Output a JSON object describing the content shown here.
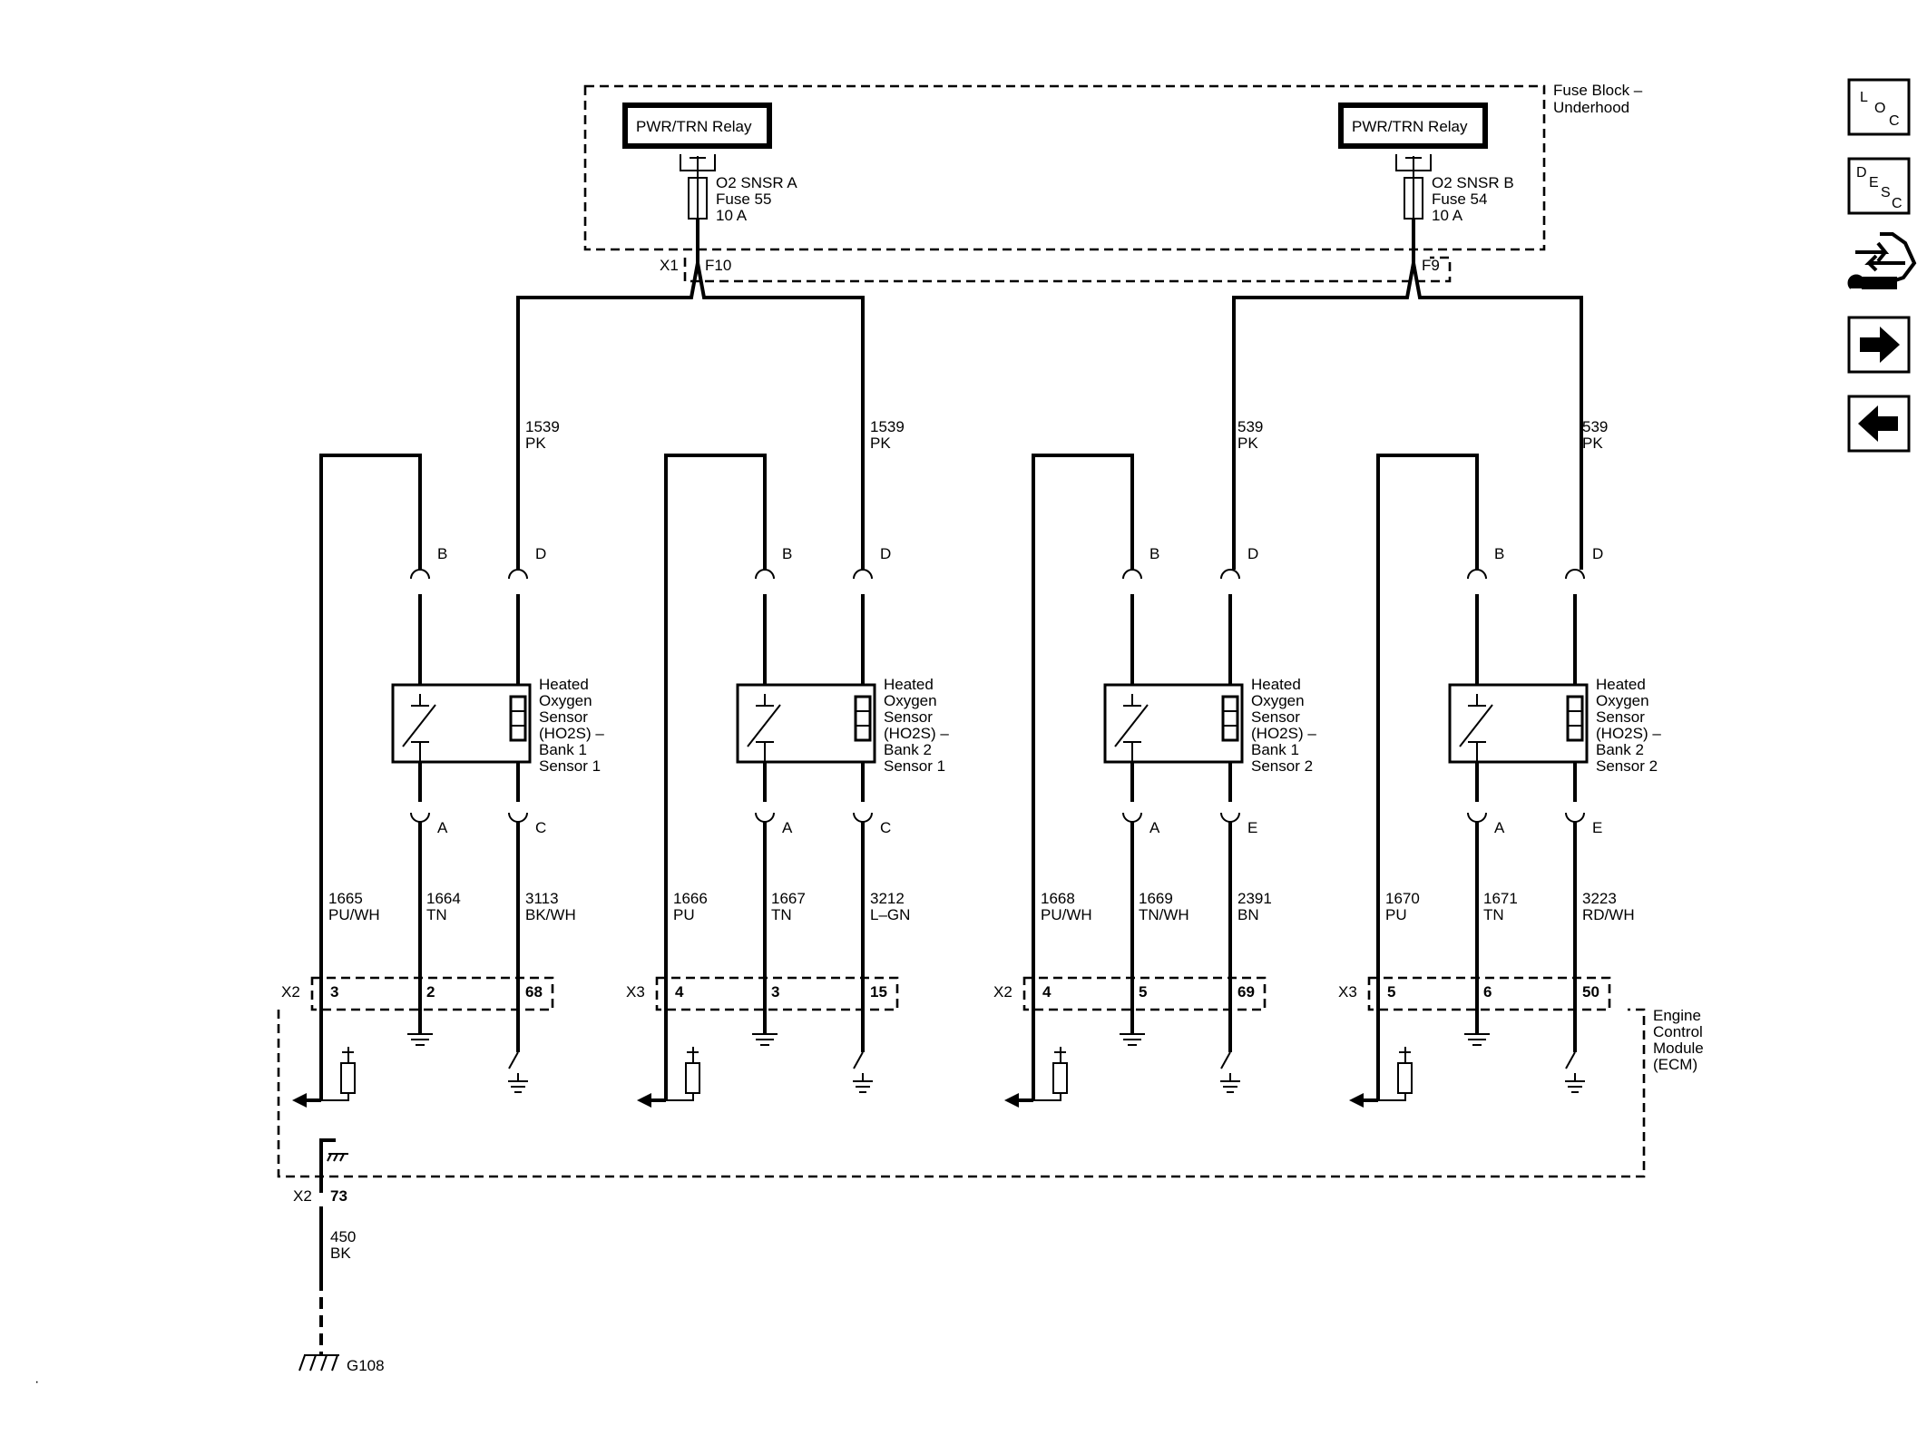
{
  "fuse_block": {
    "label_line1": "Fuse Block –",
    "label_line2": "Underhood",
    "relays": [
      {
        "label": "PWR/TRN Relay"
      },
      {
        "label": "PWR/TRN Relay"
      }
    ],
    "fuses": [
      {
        "line1": "O2 SNSR A",
        "line2": "Fuse 55",
        "line3": "10 A",
        "connector": "X1",
        "terminal": "F10"
      },
      {
        "line1": "O2 SNSR B",
        "line2": "Fuse 54",
        "line3": "10 A",
        "terminal": "F9"
      }
    ]
  },
  "sensors": [
    {
      "name_lines": [
        "Heated",
        "Oxygen",
        "Sensor",
        "(HO2S)  –",
        "Bank 1",
        "Sensor 1"
      ],
      "pins": {
        "top_left": "B",
        "top_right": "D",
        "bottom_left": "A",
        "bottom_right": "C"
      },
      "supply": {
        "circuit": "1539",
        "color": "PK"
      },
      "wires": [
        {
          "circuit": "1665",
          "color": "PU/WH"
        },
        {
          "circuit": "1664",
          "color": "TN"
        },
        {
          "circuit": "3113",
          "color": "BK/WH"
        }
      ],
      "ecm": {
        "connector": "X2",
        "pins": [
          "3",
          "2",
          "68"
        ]
      }
    },
    {
      "name_lines": [
        "Heated",
        "Oxygen",
        "Sensor",
        "(HO2S)  –",
        "Bank 2",
        "Sensor 1"
      ],
      "pins": {
        "top_left": "B",
        "top_right": "D",
        "bottom_left": "A",
        "bottom_right": "C"
      },
      "supply": {
        "circuit": "1539",
        "color": "PK"
      },
      "wires": [
        {
          "circuit": "1666",
          "color": "PU"
        },
        {
          "circuit": "1667",
          "color": "TN"
        },
        {
          "circuit": "3212",
          "color": "L–GN"
        }
      ],
      "ecm": {
        "connector": "X3",
        "pins": [
          "4",
          "3",
          "15"
        ]
      }
    },
    {
      "name_lines": [
        "Heated",
        "Oxygen",
        "Sensor",
        "(HO2S)  –",
        "Bank 1",
        "Sensor 2"
      ],
      "pins": {
        "top_left": "B",
        "top_right": "D",
        "bottom_left": "A",
        "bottom_right": "E"
      },
      "supply": {
        "circuit": "539",
        "color": "PK"
      },
      "wires": [
        {
          "circuit": "1668",
          "color": "PU/WH"
        },
        {
          "circuit": "1669",
          "color": "TN/WH"
        },
        {
          "circuit": "2391",
          "color": "BN"
        }
      ],
      "ecm": {
        "connector": "X2",
        "pins": [
          "4",
          "5",
          "69"
        ]
      }
    },
    {
      "name_lines": [
        "Heated",
        "Oxygen",
        "Sensor",
        "(HO2S)  –",
        "Bank 2",
        "Sensor 2"
      ],
      "pins": {
        "top_left": "B",
        "top_right": "D",
        "bottom_left": "A",
        "bottom_right": "E"
      },
      "supply": {
        "circuit": "539",
        "color": "PK"
      },
      "wires": [
        {
          "circuit": "1670",
          "color": "PU"
        },
        {
          "circuit": "1671",
          "color": "TN"
        },
        {
          "circuit": "3223",
          "color": "RD/WH"
        }
      ],
      "ecm": {
        "connector": "X3",
        "pins": [
          "5",
          "6",
          "50"
        ]
      }
    }
  ],
  "ecm": {
    "label_lines": [
      "Engine",
      "Control",
      "Module",
      "(ECM)"
    ],
    "ground": {
      "connector": "X2",
      "pin": "73",
      "circuit": "450",
      "color": "BK",
      "ground_id": "G108"
    }
  },
  "nav": {
    "loc": {
      "l1": "L",
      "l2": "O",
      "l3": "C"
    },
    "desc": {
      "l1": "D",
      "l2": "E",
      "l3": "S",
      "l4": "C"
    },
    "icons": [
      "connector-wrench-icon",
      "arrow-right-icon",
      "arrow-left-icon"
    ]
  }
}
